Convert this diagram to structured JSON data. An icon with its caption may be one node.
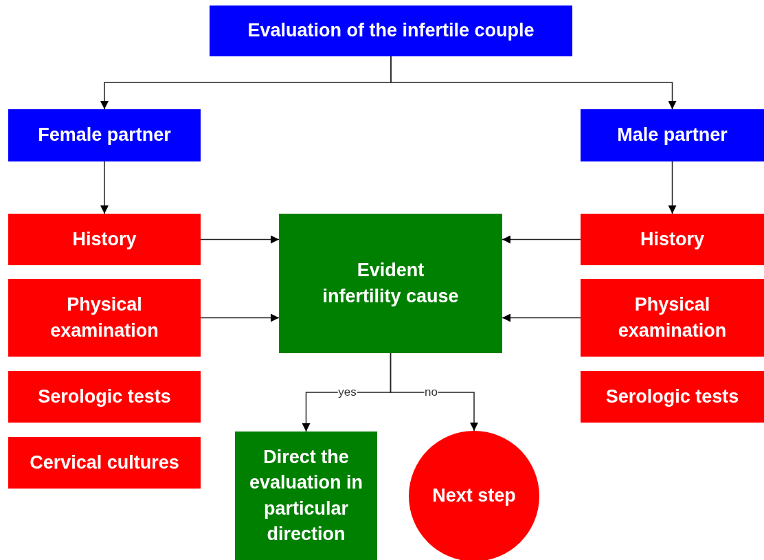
{
  "diagram": {
    "nodes": [
      {
        "text": [
          "Evaluation of the infertile couple"
        ]
      },
      {
        "text": [
          "Female partner"
        ]
      },
      {
        "text": [
          "Male partner"
        ]
      },
      {
        "text": [
          "History"
        ]
      },
      {
        "text": [
          "Physical examination"
        ]
      },
      {
        "text": [
          "Serologic tests"
        ]
      },
      {
        "text": [
          "Cervical cultures"
        ]
      },
      {
        "text": [
          "Evident infertility cause"
        ]
      },
      {
        "text": [
          "History"
        ]
      },
      {
        "text": [
          "Physical examination"
        ]
      },
      {
        "text": [
          "Serologic tests"
        ]
      },
      {
        "text": [
          "Direct the evaluation in particular direction"
        ]
      },
      {
        "text": [
          "Next step"
        ]
      }
    ],
    "edges": [
      {
        "from": 0,
        "to": 1,
        "arrow": "to"
      },
      {
        "from": 0,
        "to": 2,
        "arrow": "to"
      },
      {
        "from": 1,
        "to": 3,
        "arrow": "to"
      },
      {
        "from": 2,
        "to": 8,
        "arrow": "to"
      },
      {
        "from": 3,
        "to": 7,
        "arrow": "to"
      },
      {
        "from": 4,
        "to": 7,
        "arrow": "to"
      },
      {
        "from": 8,
        "to": 7,
        "arrow": "to"
      },
      {
        "from": 9,
        "to": 7,
        "arrow": "to"
      },
      {
        "from": 7,
        "to": 11,
        "label": "yes",
        "arrow": "to"
      },
      {
        "from": 7,
        "to": 12,
        "label": "no",
        "arrow": "to"
      }
    ]
  }
}
